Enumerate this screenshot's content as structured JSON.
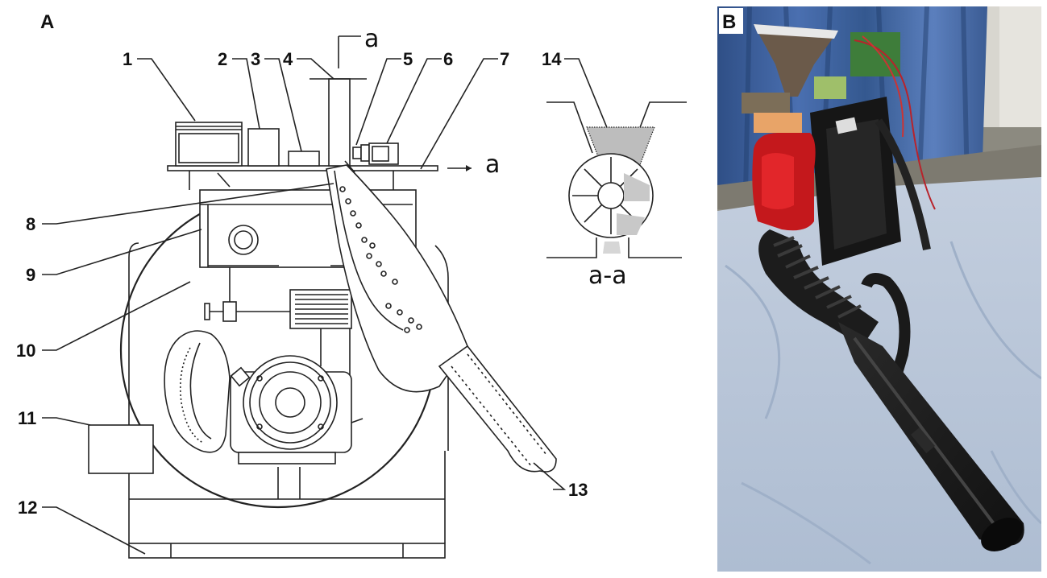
{
  "panel_a": {
    "letter": "A",
    "callouts": [
      "1",
      "2",
      "3",
      "4",
      "5",
      "6",
      "7",
      "8",
      "9",
      "10",
      "11",
      "12",
      "13",
      "14"
    ],
    "section_marker_top": "a",
    "section_marker_right": "a",
    "section_view_label": "a-a"
  },
  "panel_b": {
    "letter": "B",
    "photo_description_icon": "backpack-blower-photo"
  }
}
